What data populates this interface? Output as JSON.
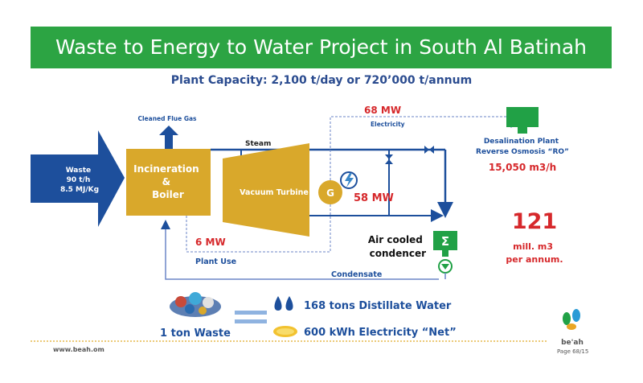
{
  "header": {
    "title": "Waste to Energy to Water Project in South Al Batinah",
    "subtitle": "Plant Capacity: 2,100 t/day or 720’000 t/annum"
  },
  "diagram": {
    "waste_input": [
      "Waste",
      "90 t/h",
      "8.5 MJ/Kg"
    ],
    "boiler": [
      "Incineration",
      "&",
      "Boiler"
    ],
    "flue_gas": "Cleaned Flue Gas",
    "steam": "Steam",
    "turbine": "Vacuum Turbine",
    "generator": "G",
    "generator_output": "58 MW",
    "export_power": "68 MW",
    "electricity": "Electricity",
    "plant_use_power": "6 MW",
    "plant_use": "Plant Use",
    "desal": [
      "Desalination Plant",
      "Reverse Osmosis “RO”"
    ],
    "desal_output": "15,050 m3/h",
    "condenser": [
      "Air cooled",
      "condencer"
    ],
    "condensate": "Condensate",
    "annual_value": "121",
    "annual_unit": [
      "mill. m3",
      "per annum."
    ]
  },
  "summary": {
    "waste": "1 ton Waste",
    "water": "168 tons Distillate Water",
    "electricity": "600 kWh Electricity “Net”"
  },
  "footer": {
    "url": "www.beah.om",
    "page": "Page 68/15",
    "logo_text": "be'ah"
  },
  "colors": {
    "title_green": "#2ca443",
    "navy": "#1d4f9c",
    "gold": "#d9a82b",
    "red": "#d6282b",
    "green": "#21a146"
  }
}
